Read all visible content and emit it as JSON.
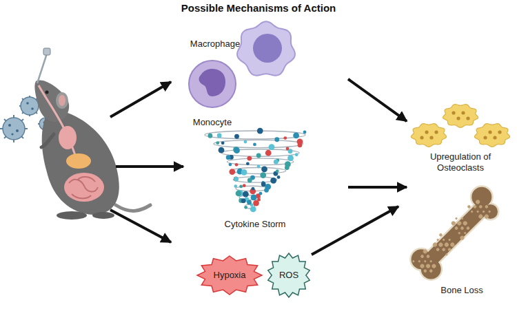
{
  "diagram": {
    "title": "Possible Mechanisms of Action",
    "nodes": [
      {
        "text": [
          "Macrophage"
        ]
      },
      {
        "text": [
          "Monocyte"
        ]
      },
      {
        "text": [
          "Cytokine Storm"
        ]
      },
      {
        "text": [
          "Hypoxia"
        ]
      },
      {
        "text": [
          "ROS"
        ]
      },
      {
        "text": [
          "Upregulation of Osteoclasts"
        ]
      },
      {
        "text": [
          "Bone Loss"
        ]
      }
    ],
    "edges": [
      {
        "from": 0,
        "to": 5,
        "arrow": "to"
      },
      {
        "from": 2,
        "to": 5,
        "arrow": "to"
      },
      {
        "from": 4,
        "to": 6,
        "arrow": "to"
      }
    ]
  }
}
